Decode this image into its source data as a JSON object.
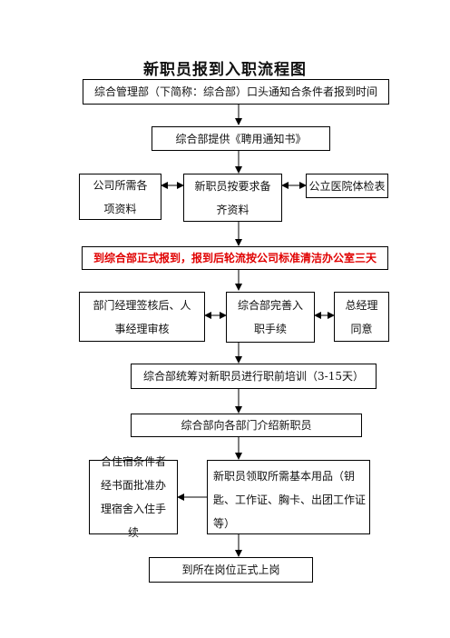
{
  "title": "新职员报到入职流程图",
  "steps": {
    "notice": "综合管理部（下简称：综合部）口头通知合条件者报到时间",
    "offer_letter": "综合部提供《聘用通知书》",
    "company_docs": "公司所需各项资料",
    "prepare_docs": "新职员按要求备齐资料",
    "medical_check": "公立医院体检表",
    "official_report": "到综合部正式报到，报到后轮流按公司标准清洁办公室三天",
    "dept_review": "部门经理签核后、人事经理审核",
    "complete_procedures": "综合部完善入职手续",
    "gm_approval": "总经理同意",
    "training": "综合部统筹对新职员进行职前培训（3-15天）",
    "introduction": "综合部向各部门介绍新职员",
    "dormitory": "合住宿条件者经书面批准办理宿舍入住手续",
    "supplies": "新职员领取所需基本用品（钥匙、工作证、胸卡、出团工作证等）",
    "start_work": "到所在岗位正式上岗"
  }
}
